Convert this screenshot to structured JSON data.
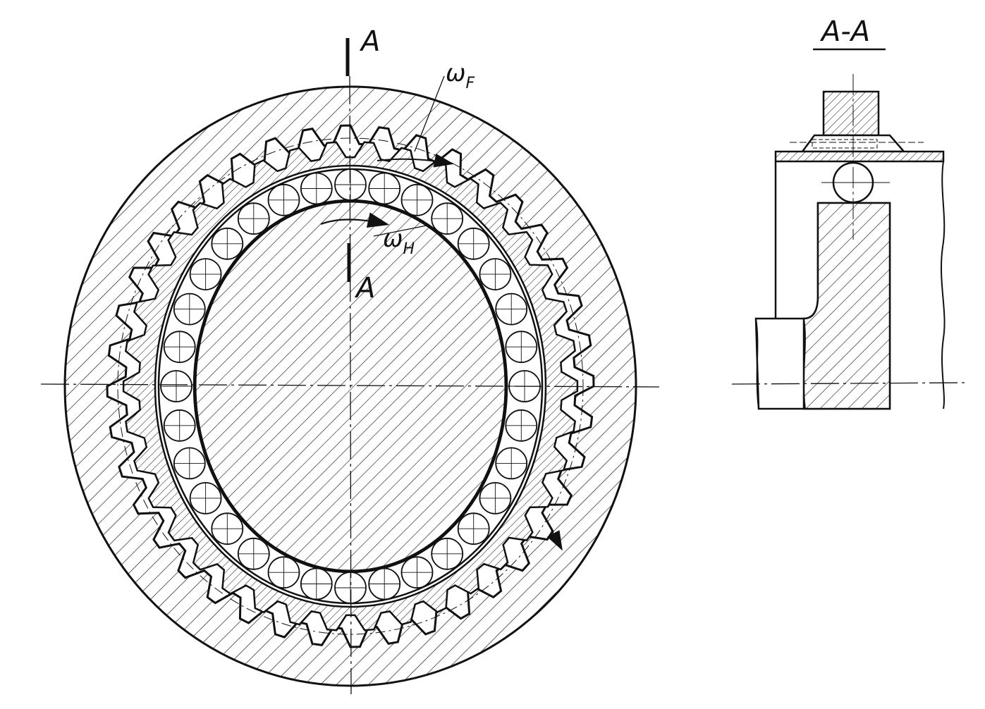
{
  "labels": {
    "section_top": "A",
    "section_bottom": "A",
    "omega_f": "ω",
    "omega_f_sub": "F",
    "omega_h": "ω",
    "omega_h_sub": "H",
    "section_title": "A-A"
  },
  "colors": {
    "ink": "#111111",
    "paper": "#ffffff"
  },
  "drawing": {
    "rigid_gear_teeth": 40,
    "flexspline_teeth": 38,
    "rollers": 32
  }
}
